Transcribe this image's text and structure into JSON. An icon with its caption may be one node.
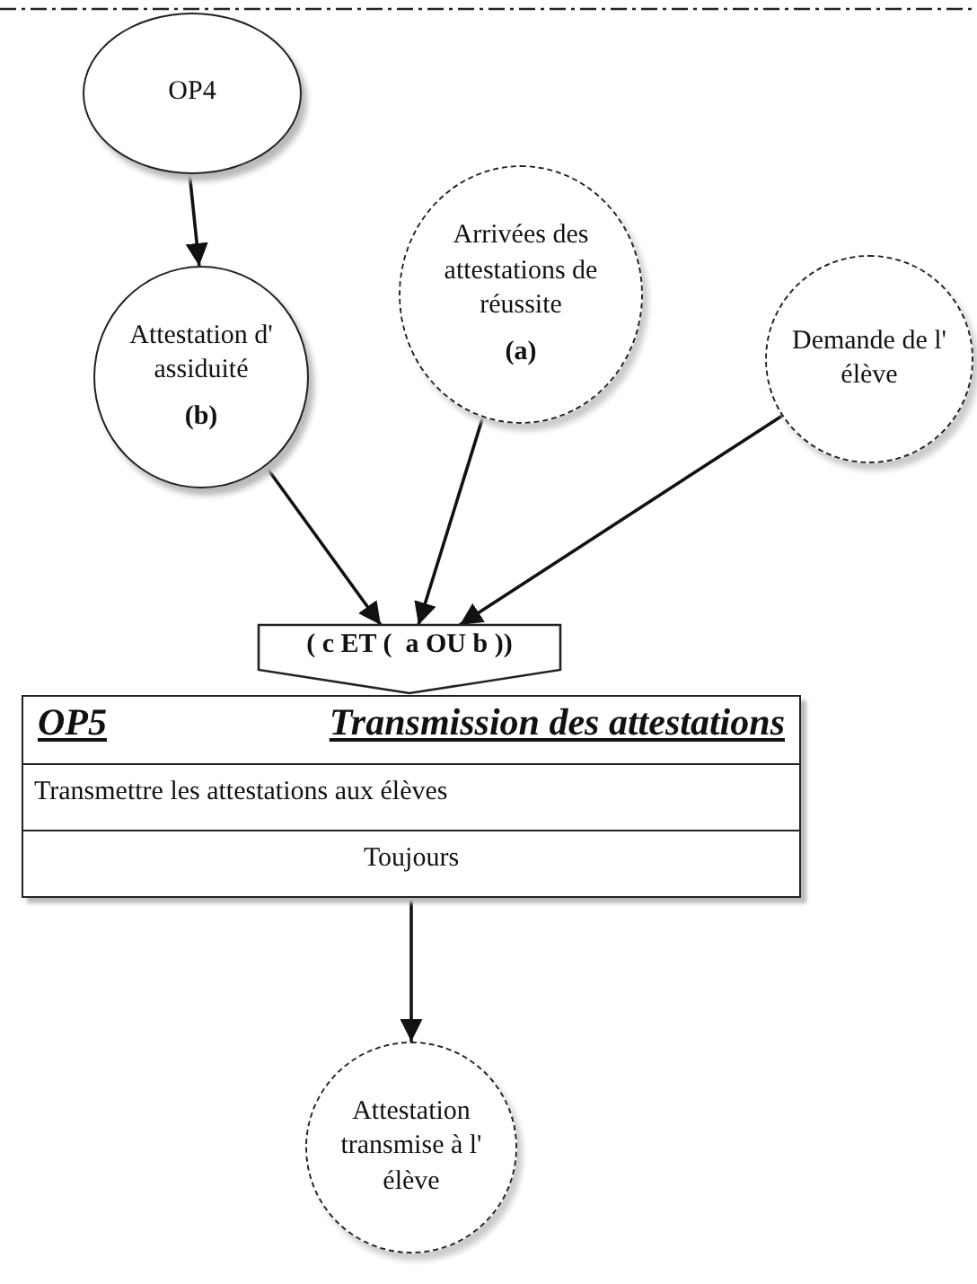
{
  "diagram": {
    "nodes": [
      {
        "text": [
          "OP4"
        ]
      },
      {
        "text": [
          "Attestation d' assiduité",
          "(b)"
        ]
      },
      {
        "text": [
          "Arrivées des attestations de réussite",
          "(a)"
        ]
      },
      {
        "text": [
          "Demande de l' élève"
        ]
      },
      {
        "text": [
          "( c ET (  a OU b ))"
        ]
      },
      {
        "text": [
          "OP5",
          "Transmission des attestations",
          "Transmettre les attestations aux élèves",
          "Toujours"
        ]
      },
      {
        "text": [
          "Attestation transmise à l' élève"
        ]
      }
    ],
    "edges": [
      {
        "from": 0,
        "to": 1,
        "arrow": "to"
      },
      {
        "from": 1,
        "to": 4,
        "arrow": "to"
      },
      {
        "from": 2,
        "to": 4,
        "arrow": "to"
      },
      {
        "from": 3,
        "to": 4,
        "arrow": "to"
      },
      {
        "from": 5,
        "to": 6,
        "arrow": "to"
      }
    ]
  }
}
